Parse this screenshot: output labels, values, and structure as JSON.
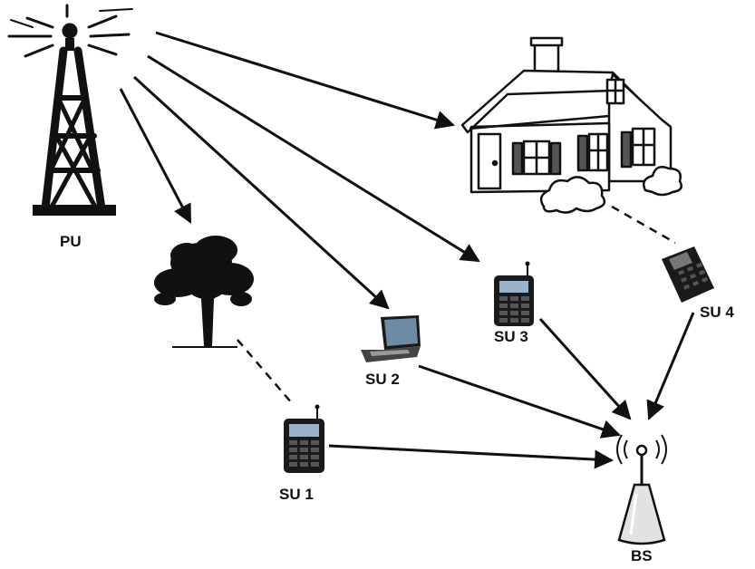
{
  "labels": {
    "pu": "PU",
    "su1": "SU 1",
    "su2": "SU 2",
    "su3": "SU 3",
    "su4": "SU 4",
    "bs": "BS"
  },
  "icons": {
    "pu": "radio-tower-icon",
    "house": "house-icon",
    "tree": "tree-icon",
    "su1": "mobile-phone-icon",
    "su2": "laptop-icon",
    "su3": "mobile-phone-icon",
    "su4": "desk-phone-icon",
    "bs": "base-station-icon"
  },
  "colors": {
    "line": "#111111",
    "screen": "#9ab3c8"
  }
}
